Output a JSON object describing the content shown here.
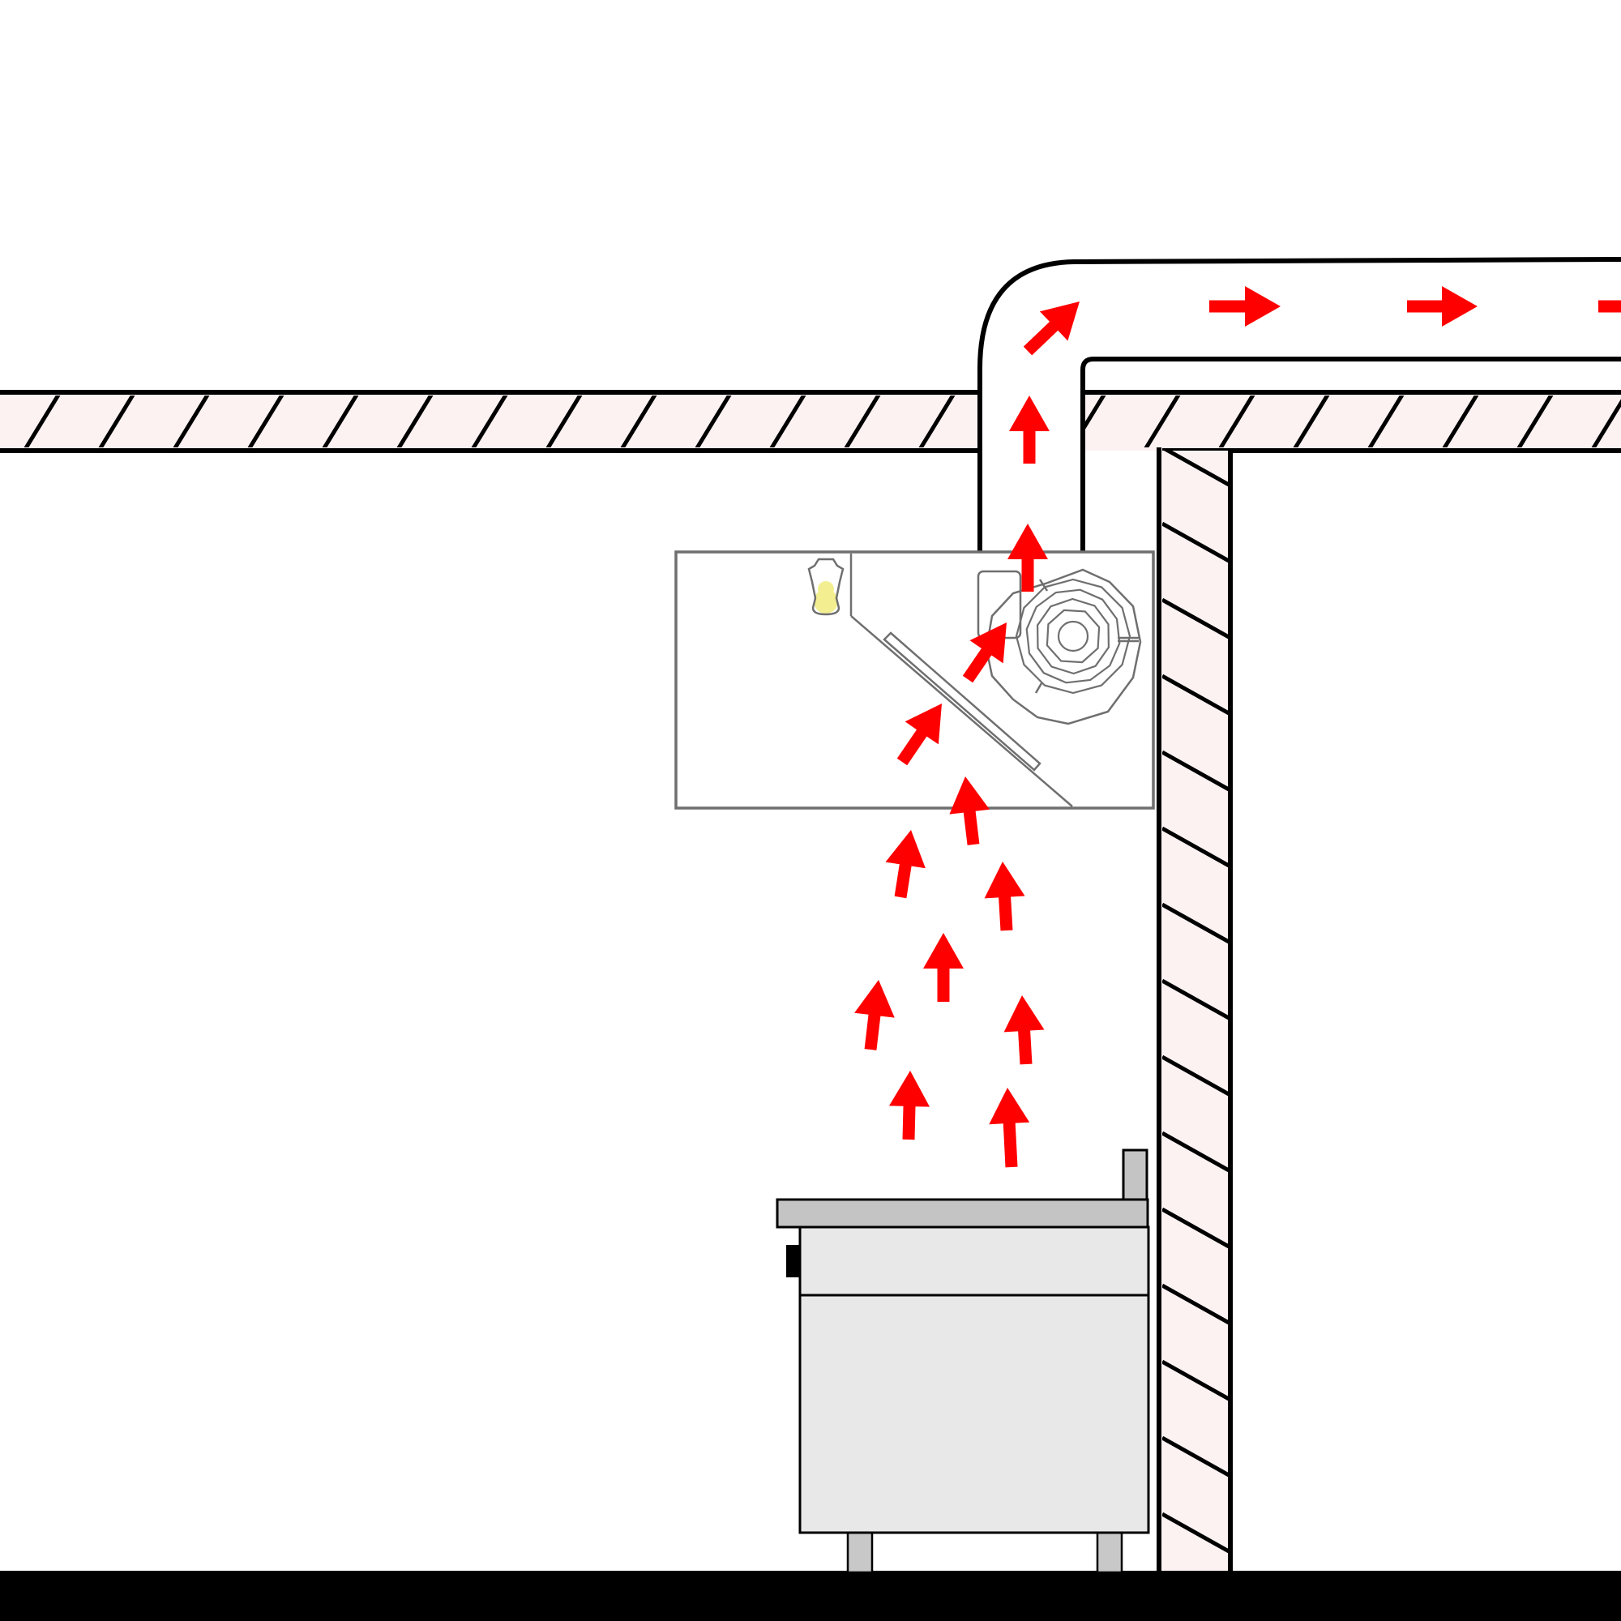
{
  "diagram": {
    "colors": {
      "background": "#ffffff",
      "wall_line": "#000000",
      "wall_fill": "#fdf2f2",
      "floor": "#000000",
      "hood_line": "#6f6f6f",
      "hood_fill": "#ffffff",
      "airflow_arrow": "#ff0000",
      "lamp_glow": "#f3ef90",
      "appliance_top": "#c4c4c4",
      "appliance_body": "#e8e8e8",
      "appliance_leg": "#c8c8c8"
    },
    "icons": {
      "ceiling": "hatched-ceiling-slab",
      "wall": "hatched-wall",
      "floor": "floor-band",
      "duct": "exhaust-duct",
      "hood": "kitchen-hood",
      "lamp": "hood-lamp-icon",
      "filter": "grease-filter",
      "fan": "centrifugal-fan-icon",
      "appliance": "cooking-appliance",
      "arrow": "airflow-arrow-icon"
    }
  }
}
